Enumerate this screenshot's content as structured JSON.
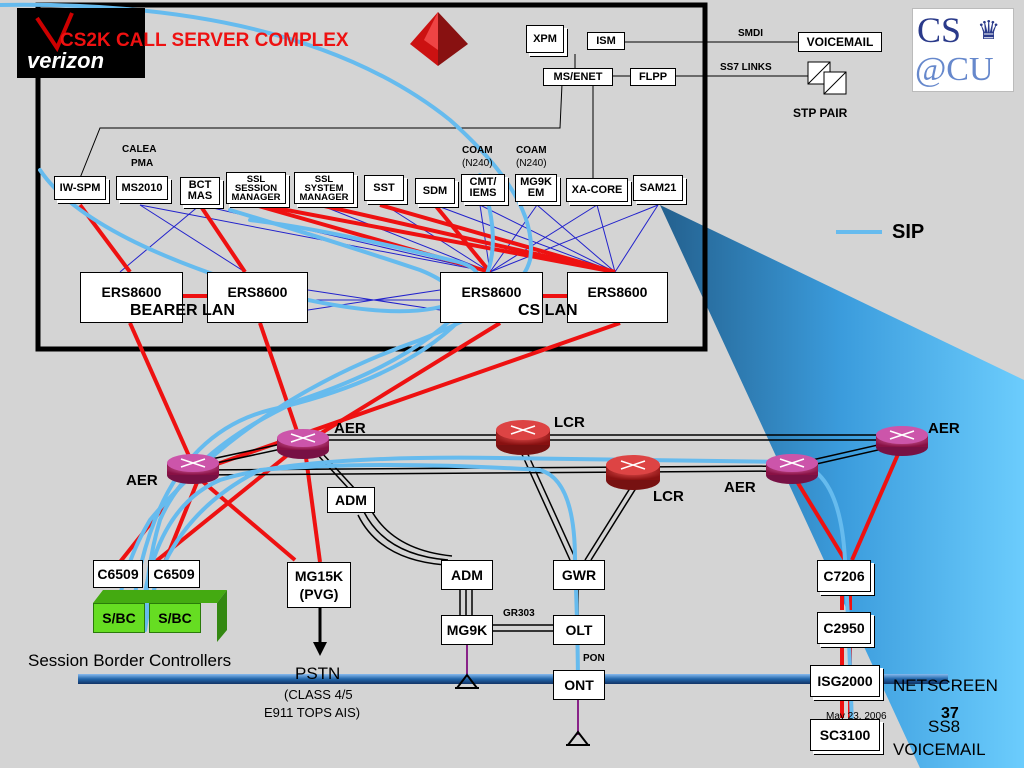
{
  "title": "CS2K CALL SERVER COMPLEX",
  "verizon_logo": "verizon",
  "cu_logo": {
    "line1": "CS",
    "line2": "@CU"
  },
  "top_right": {
    "xpm": "XPM",
    "ism": "ISM",
    "ms_enet": "MS/ENET",
    "flpp": "FLPP",
    "smdi": "SMDI",
    "voicemail": "VOICEMAIL",
    "ss7_links": "SS7 LINKS",
    "stp_pair": "STP PAIR"
  },
  "annotations": {
    "calea_pma": [
      "CALEA",
      "PMA"
    ],
    "coam1": [
      "COAM",
      "(N240)"
    ],
    "coam2": [
      "COAM",
      "(N240)"
    ]
  },
  "core_boxes": {
    "iw_spm": "IW-SPM",
    "ms2010": "MS2010",
    "bct_mas": [
      "BCT",
      "MAS"
    ],
    "ssl_session": [
      "SSL",
      "SESSION",
      "MANAGER"
    ],
    "ssl_system": [
      "SSL",
      "SYSTEM",
      "MANAGER"
    ],
    "sst": "SST",
    "sdm": "SDM",
    "cmt_iems": [
      "CMT/",
      "IEMS"
    ],
    "mg9k_em": [
      "MG9K",
      "EM"
    ],
    "xa_core": "XA-CORE",
    "sam21": "SAM21"
  },
  "ers": [
    "ERS8600",
    "ERS8600",
    "ERS8600",
    "ERS8600"
  ],
  "lan_labels": {
    "bearer": "BEARER LAN",
    "cs": "CS LAN"
  },
  "legend": {
    "sip": "SIP",
    "sip_color": "#66bbee"
  },
  "routers": {
    "aer_left": "AER",
    "aer_top": "AER",
    "lcr_top": "LCR",
    "lcr_bottom": "LCR",
    "aer_mid": "AER",
    "aer_right": "AER"
  },
  "access": {
    "adm1": "ADM",
    "c6509_1": "C6509",
    "c6509_2": "C6509",
    "sbc1": "S/BC",
    "sbc2": "S/BC",
    "sbc_caption": "Session Border Controllers",
    "mg15k": [
      "MG15K",
      "(PVG)"
    ],
    "pstn": "PSTN",
    "pstn_sub": [
      "(CLASS 4/5",
      "E911  TOPS  AIS)"
    ],
    "adm2": "ADM",
    "mg9k": "MG9K",
    "gr303": "GR303",
    "gwr": "GWR",
    "olt": "OLT",
    "pon": "PON",
    "ont": "ONT",
    "c7206": "C7206",
    "c2950": "C2950",
    "isg2000": "ISG2000",
    "sc3100": "SC3100",
    "netscreen": "NETSCREEN",
    "ss8_voicemail": [
      "SS8",
      "VOICEMAIL"
    ],
    "date": "May 23, 2006",
    "page_number": "37"
  },
  "colors": {
    "red_link": "#ee1111",
    "blue_link": "#2222cc",
    "router": "#aa2266",
    "lcr": "#aa1111",
    "sbc": "#66dd22"
  }
}
